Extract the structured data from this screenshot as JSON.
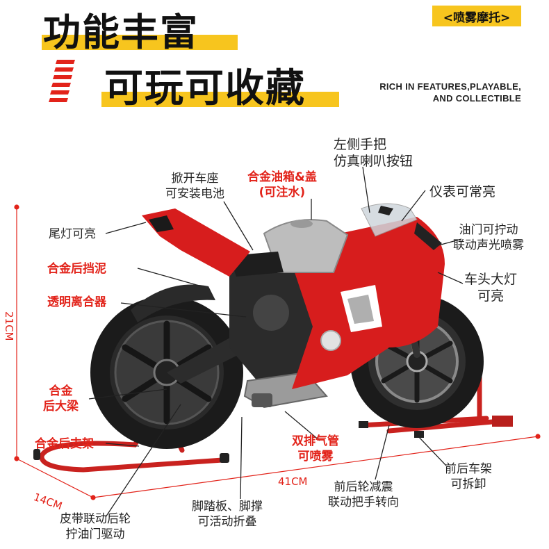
{
  "header": {
    "headline_1": "功能丰富",
    "headline_2": "可玩可收藏",
    "badge": "<喷雾摩托>",
    "subtitle_line_1": "RICH IN FEATURES,PLAYABLE,",
    "subtitle_line_2": "AND COLLECTIBLE"
  },
  "dimensions": {
    "height": "21CM",
    "length": "41CM",
    "width": "14CM"
  },
  "callouts": {
    "left_handlebar": [
      "左侧手把",
      "仿真喇叭按钮"
    ],
    "seat_battery": [
      "掀开车座",
      "可安装电池"
    ],
    "fuel_tank": [
      "合金油箱&盖",
      "(可注水)"
    ],
    "dashboard": [
      "仪表可常亮"
    ],
    "tail_light": [
      "尾灯可亮"
    ],
    "throttle": [
      "油门可拧动",
      "联动声光喷雾"
    ],
    "rear_fender": [
      "合金后挡泥"
    ],
    "headlight": [
      "车头大灯",
      "可亮"
    ],
    "clutch": [
      "透明离合器"
    ],
    "swingarm": [
      "合金",
      "后大梁"
    ],
    "rear_stand": [
      "合金后支架"
    ],
    "exhaust": [
      "双排气管",
      "可喷雾"
    ],
    "stands_removable": [
      "前后车架",
      "可拆卸"
    ],
    "suspension": [
      "前后轮减震",
      "联动把手转向"
    ],
    "footrest": [
      "脚踏板、脚撑",
      "可活动折叠"
    ],
    "belt_drive": [
      "皮带联动后轮",
      "拧油门驱动"
    ]
  },
  "colors": {
    "accent_yellow": "#f7c51e",
    "accent_red": "#e2231a",
    "bike_red": "#d71d1d",
    "tire_black": "#1b1b1b"
  }
}
